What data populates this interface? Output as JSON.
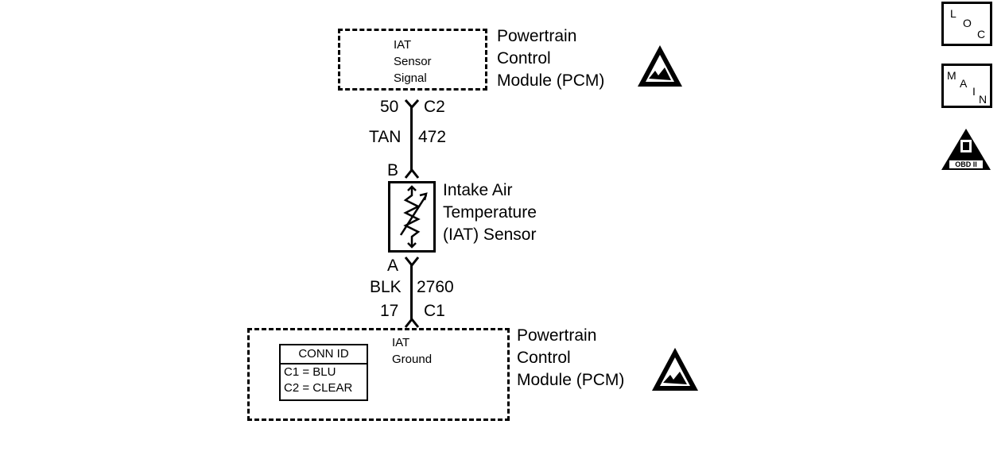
{
  "top_module": {
    "signal_lines": [
      "IAT",
      "Sensor",
      "Signal"
    ],
    "module_lines": [
      "Powertrain",
      "Control",
      "Module (PCM)"
    ]
  },
  "top_wire": {
    "pin": "50",
    "connector": "C2",
    "color": "TAN",
    "circuit": "472"
  },
  "sensor": {
    "pin_top": "B",
    "pin_bottom": "A",
    "label_lines": [
      "Intake Air",
      "Temperature",
      "(IAT) Sensor"
    ]
  },
  "bottom_wire": {
    "color": "BLK",
    "circuit": "2760",
    "pin": "17",
    "connector": "C1"
  },
  "bottom_module": {
    "ground_lines": [
      "IAT",
      "Ground"
    ],
    "module_lines": [
      "Powertrain",
      "Control",
      "Module (PCM)"
    ],
    "conn_id": {
      "title": "CONN ID",
      "rows": [
        "C1 = BLU",
        "C2 = CLEAR"
      ]
    }
  },
  "side_buttons": {
    "loc": [
      "L",
      "O",
      "C"
    ],
    "main": [
      "M",
      "A",
      "I",
      "N"
    ],
    "obd": "OBD II"
  }
}
